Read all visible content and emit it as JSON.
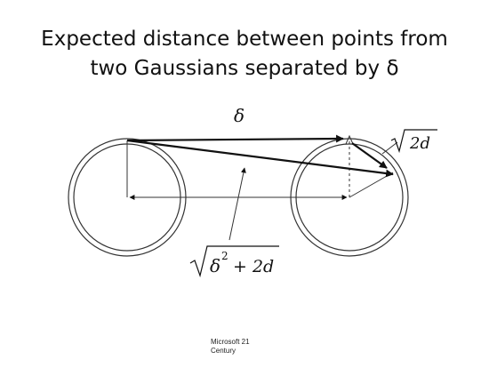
{
  "slide": {
    "title_line1": "Expected distance between points from",
    "title_line2": "two Gaussians separated by δ",
    "footer_line1": "Microsoft 21",
    "footer_line2": "Century"
  },
  "diagram": {
    "delta_label": "δ",
    "sqrt_2d_label": "2d",
    "sqrt_delta_label_base": "δ",
    "sqrt_delta_label_exp": "2",
    "sqrt_delta_label_rest": "+ 2d"
  }
}
